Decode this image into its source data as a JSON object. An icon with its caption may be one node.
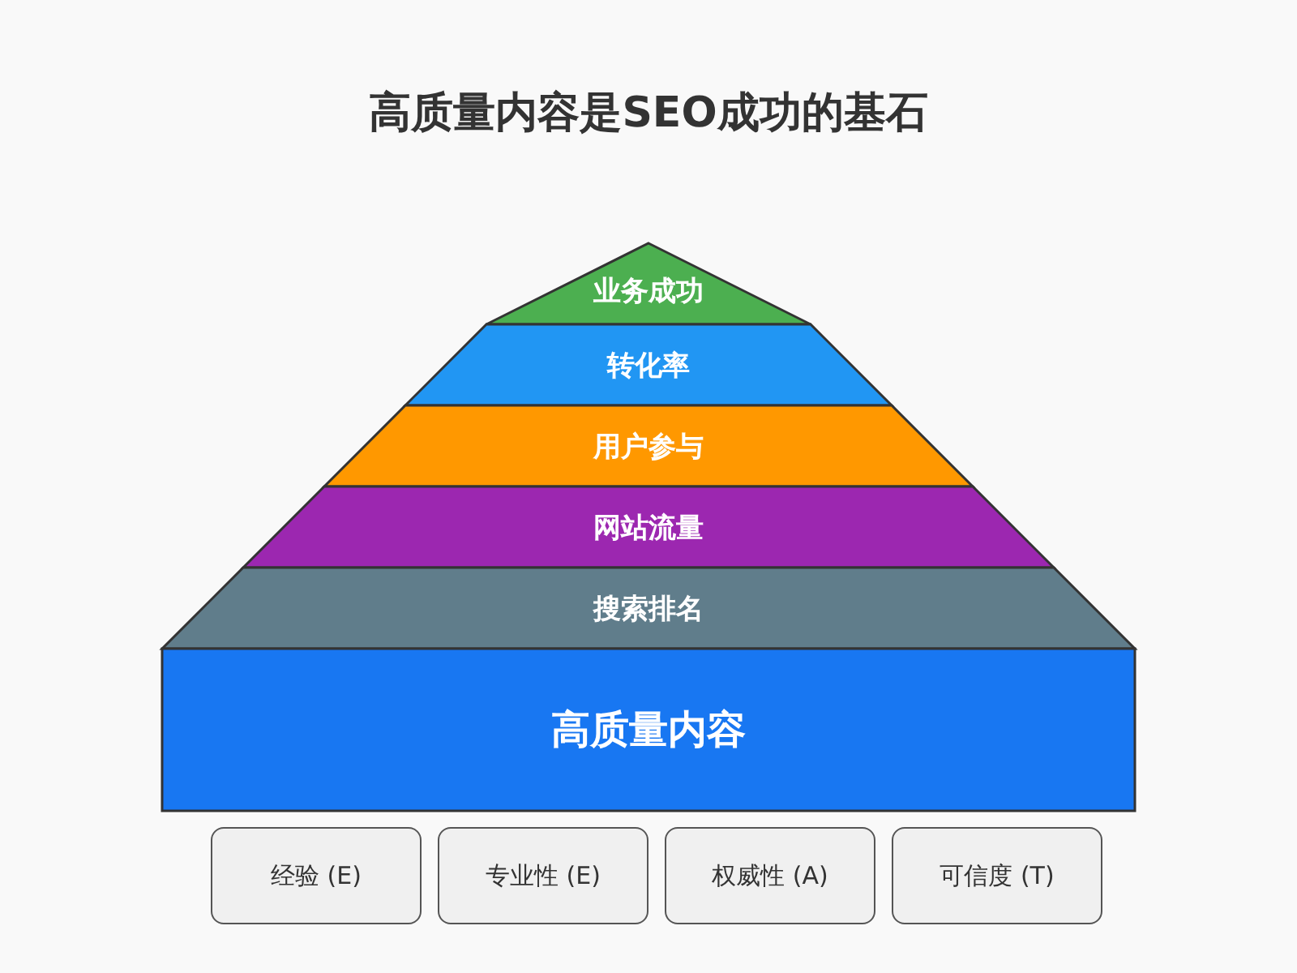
{
  "diagram": {
    "title": "高质量内容是SEO成功的基石",
    "nodes": [
      {
        "text": [
          "业务成功"
        ]
      },
      {
        "text": [
          "转化率"
        ]
      },
      {
        "text": [
          "用户参与"
        ]
      },
      {
        "text": [
          "网站流量"
        ]
      },
      {
        "text": [
          "搜索排名"
        ]
      },
      {
        "text": [
          "高质量内容"
        ]
      },
      {
        "text": [
          "经验 (E)"
        ]
      },
      {
        "text": [
          "专业性 (E)"
        ]
      },
      {
        "text": [
          "权威性 (A)"
        ]
      },
      {
        "text": [
          "可信度 (T)"
        ]
      }
    ]
  }
}
